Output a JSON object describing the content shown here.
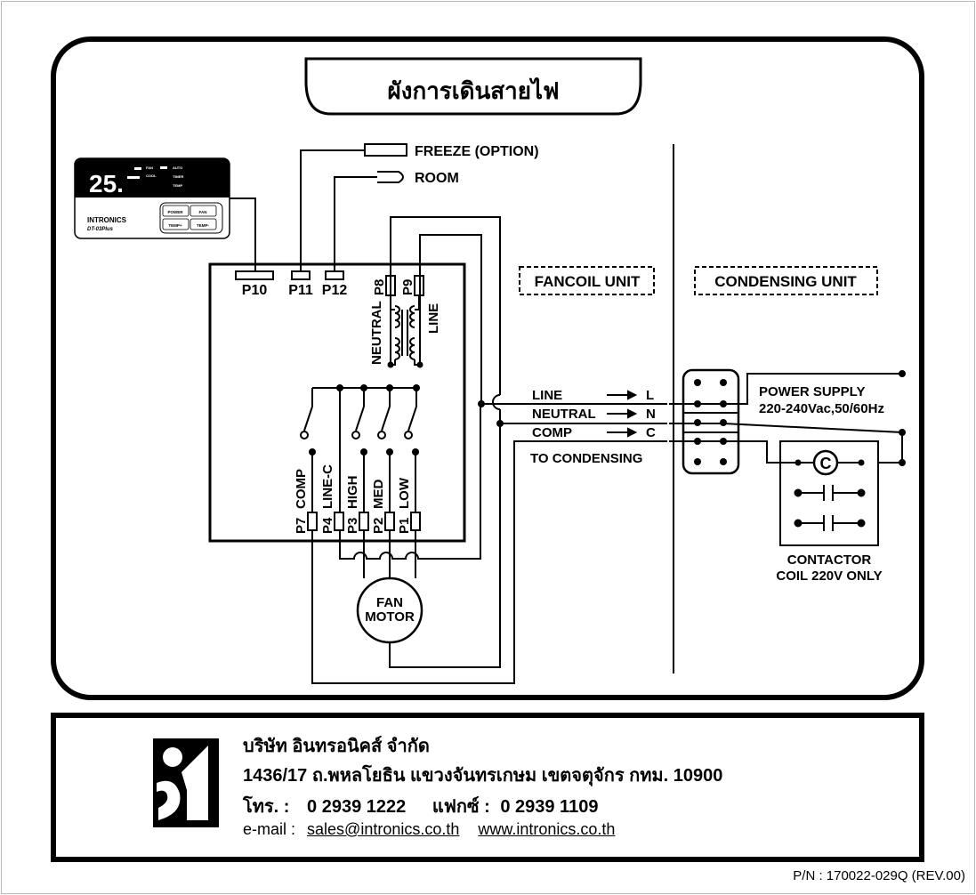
{
  "title": "ผังการเดินสายไฟ",
  "sensors": {
    "freeze": "FREEZE (OPTION)",
    "room": "ROOM"
  },
  "display": {
    "reading": "25.",
    "brand": "INTRONICS",
    "model": "DT-03Plus",
    "indicators": [
      "FAN",
      "COOL",
      "AUTO",
      "TIMER",
      "TEMP"
    ],
    "buttons": [
      "POWER",
      "FAN",
      "TEMP+",
      "TEMP-"
    ]
  },
  "ports": {
    "p10": "P10",
    "p11": "P11",
    "p12": "P12",
    "p8": "P8",
    "p9": "P9",
    "p7": "P7",
    "p4": "P4",
    "p3": "P3",
    "p2": "P2",
    "p1": "P1"
  },
  "port_labels": {
    "neutral": "NEUTRAL",
    "line": "LINE",
    "comp": "COMP",
    "line_c": "LINE-C",
    "high": "HIGH",
    "med": "MED",
    "low": "LOW"
  },
  "motor": {
    "line1": "FAN",
    "line2": "MOTOR"
  },
  "sections": {
    "fancoil": "FANCOIL UNIT",
    "condensing": "CONDENSING UNIT"
  },
  "wires": {
    "line": "LINE",
    "neutral": "NEUTRAL",
    "comp": "COMP",
    "to_condensing": "TO CONDENSING"
  },
  "terminals": {
    "l": "L",
    "n": "N",
    "c": "C"
  },
  "power": {
    "label": "POWER SUPPLY",
    "spec": "220-240Vac,50/60Hz"
  },
  "contactor": {
    "line1": "CONTACTOR",
    "line2": "COIL 220V ONLY"
  },
  "company": {
    "name": "บริษัท อินทรอนิคส์ จำกัด",
    "address": "1436/17 ถ.พหลโยธิน แขวงจันทรเกษม เขตจตุจักร กทม. 10900",
    "tel_label": "โทร. :",
    "tel": "0 2939 1222",
    "fax_label": "แฟกซ์ :",
    "fax": "0 2939 1109",
    "email_label": "e-mail :",
    "email": "sales@intronics.co.th",
    "web": "www.intronics.co.th"
  },
  "part_number": "P/N : 170022-029Q (REV.00)"
}
